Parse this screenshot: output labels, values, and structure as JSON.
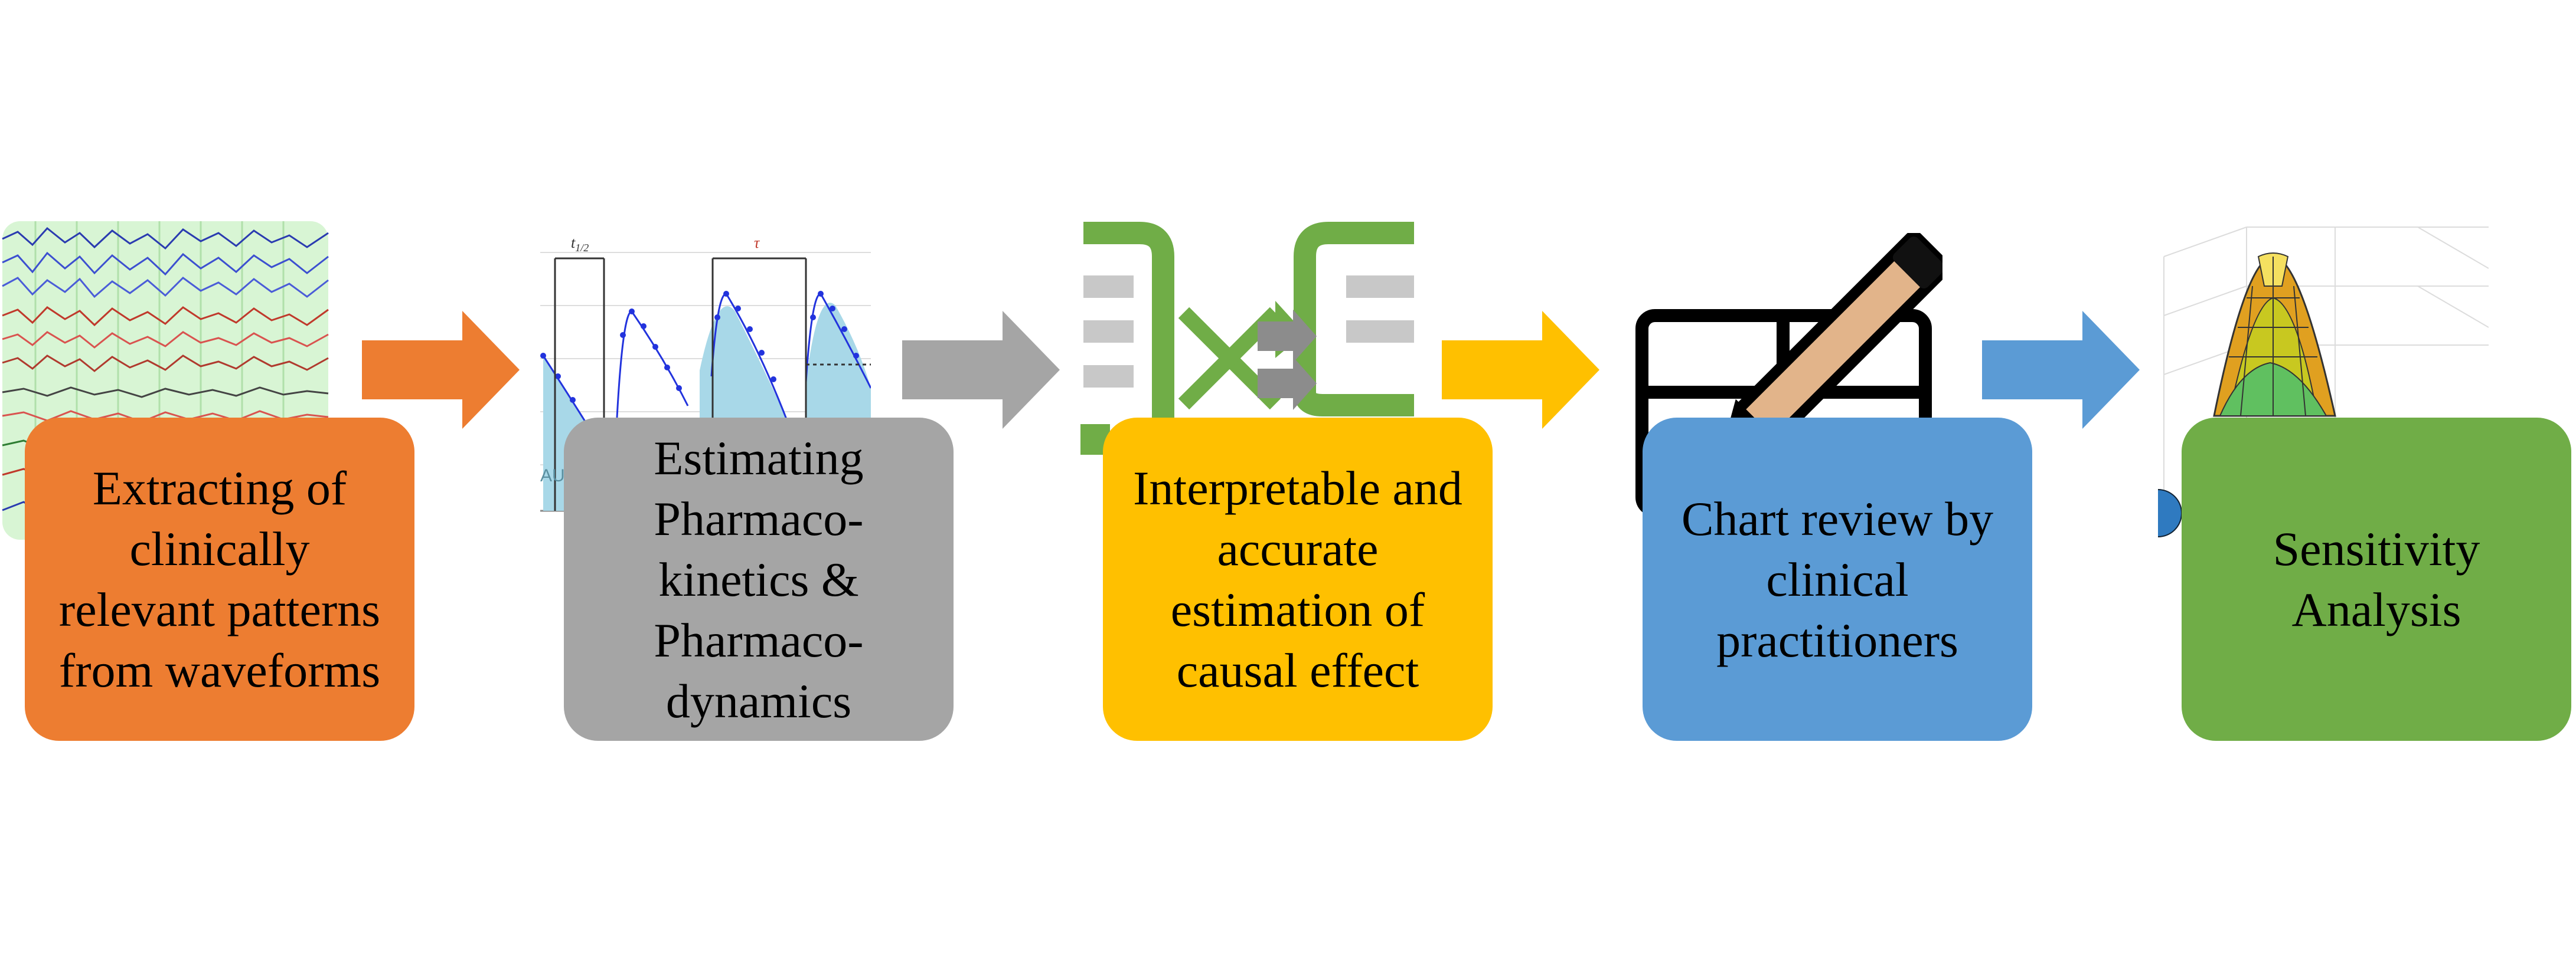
{
  "diagram": {
    "steps": [
      {
        "id": "waveforms",
        "label": "Extracting of clinically relevant patterns from waveforms",
        "lines": [
          "Extracting of",
          "clinically",
          "relevant patterns",
          "from waveforms"
        ],
        "color": "#ED7D31",
        "icon": "eeg-waveform-icon"
      },
      {
        "id": "pkpd",
        "label": "Estimating Pharmaco-kinetics & Pharmaco-dynamics",
        "lines": [
          "Estimating",
          "Pharmaco-",
          "kinetics &",
          "Pharmaco-",
          "dynamics"
        ],
        "color": "#A5A5A5",
        "icon": "pharmacokinetic-curve-icon",
        "icon_text": {
          "half_life": "t",
          "half_life_sub": "1/2",
          "tau": "τ",
          "auc": "AUC"
        }
      },
      {
        "id": "causal",
        "label": "Interpretable and accurate estimation of causal effect",
        "lines": [
          "Interpretable and",
          "accurate",
          "estimation of",
          "causal effect"
        ],
        "color": "#FFC000",
        "icon": "bracket-matching-icon"
      },
      {
        "id": "chart-review",
        "label": "Chart review by clinical practitioners",
        "lines": [
          "Chart review by",
          "clinical",
          "practitioners"
        ],
        "color": "#5B9BD5",
        "icon": "pencil-table-icon"
      },
      {
        "id": "sensitivity",
        "label": "Sensitivity Analysis",
        "lines": [
          "Sensitivity",
          "Analysis"
        ],
        "color": "#70AD47",
        "icon": "3d-surface-icon"
      }
    ],
    "arrows": [
      {
        "from": "waveforms",
        "to": "pkpd",
        "color": "#ED7D31"
      },
      {
        "from": "pkpd",
        "to": "causal",
        "color": "#A5A5A5"
      },
      {
        "from": "causal",
        "to": "chart-review",
        "color": "#FFC000"
      },
      {
        "from": "chart-review",
        "to": "sensitivity",
        "color": "#5B9BD5"
      }
    ]
  }
}
